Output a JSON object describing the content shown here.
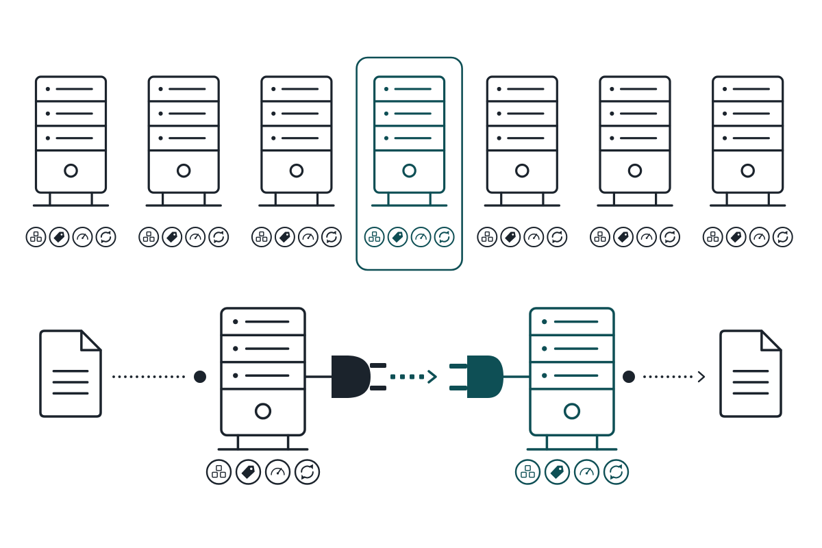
{
  "colors": {
    "dark": "#1b232c",
    "accent": "#0e4f55",
    "background": "#ffffff"
  },
  "server_row": {
    "count": 7,
    "highlighted_index": 3,
    "server_icon": "server-rack-icon",
    "badges": [
      "modules-icon",
      "tag-icon",
      "speedometer-icon",
      "refresh-icon"
    ]
  },
  "flow": {
    "source": {
      "icon": "document-icon"
    },
    "source_server": {
      "icon": "server-rack-icon",
      "color": "dark"
    },
    "source_plug": {
      "icon": "plug-icon",
      "color": "dark"
    },
    "target_plug": {
      "icon": "socket-icon",
      "color": "accent"
    },
    "target_server": {
      "icon": "server-rack-icon",
      "color": "accent"
    },
    "target": {
      "icon": "document-icon"
    },
    "badges": [
      "modules-icon",
      "tag-icon",
      "speedometer-icon",
      "refresh-icon"
    ]
  }
}
